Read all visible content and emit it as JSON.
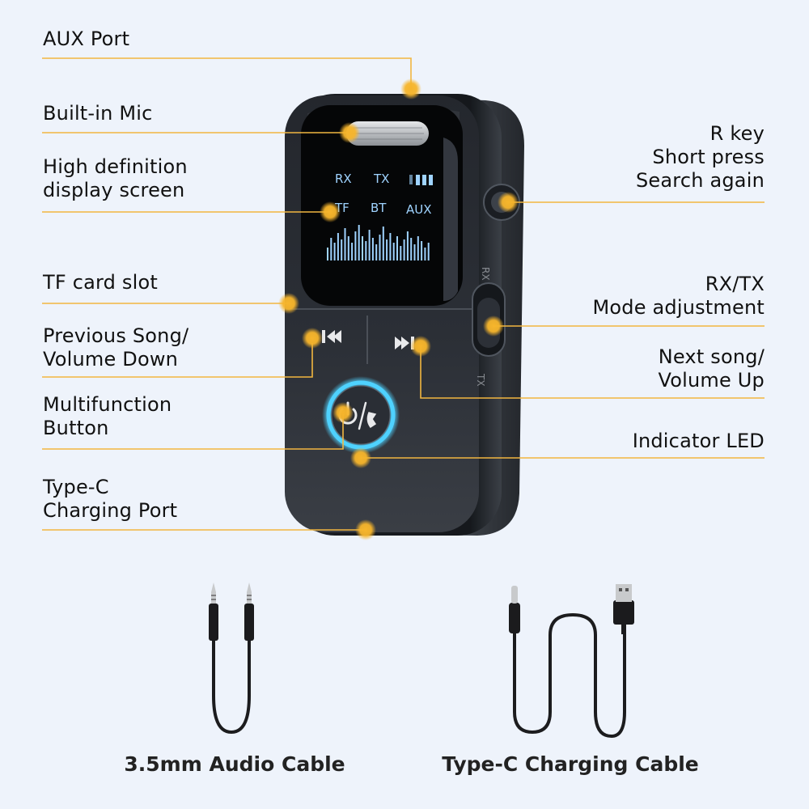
{
  "callouts": {
    "aux_port": "AUX Port",
    "built_in_mic": "Built-in Mic",
    "display_screen": "High definition\ndisplay screen",
    "tf_slot": "TF card slot",
    "prev_song": "Previous Song/\nVolume Down",
    "multifunction": "Multifunction\nButton",
    "type_c_port": "Type-C\nCharging Port",
    "r_key": "R key\nShort press\nSearch again",
    "rx_tx_mode": "RX/TX\nMode adjustment",
    "next_song": "Next song/\nVolume Up",
    "indicator_led": "Indicator LED"
  },
  "screen": {
    "rx": "RX",
    "tx": "TX",
    "tf": "TF",
    "bt": "BT",
    "aux": "AUX"
  },
  "side_labels": {
    "rx": "RX",
    "tx": "TX"
  },
  "accessories": {
    "audio_cable": "3.5mm Audio Cable",
    "charging_cable": "Type-C Charging Cable"
  },
  "colors": {
    "leader_line": "#f2b640",
    "dot": "#f6b52c",
    "screen_text": "#9fd3ff",
    "led_ring": "#4fd2ff",
    "device_body": "#1a1d22"
  }
}
